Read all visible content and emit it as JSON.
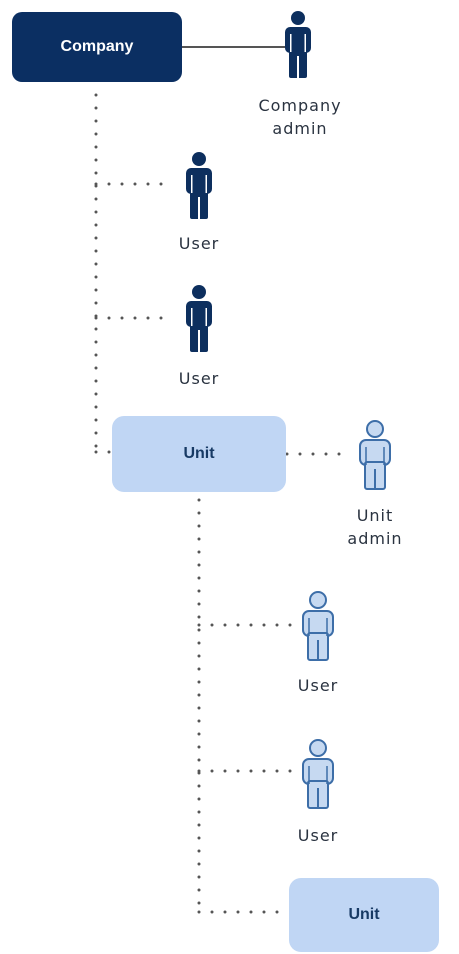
{
  "nodes": {
    "company": "Company",
    "unit": "Unit",
    "sub_unit": "Unit"
  },
  "people": {
    "company_admin": "Company\nadmin",
    "user_1": "User",
    "user_2": "User",
    "unit_admin": "Unit\nadmin",
    "unit_user_1": "User",
    "unit_user_2": "User"
  },
  "icons": {
    "company_level": "person-icon-solid",
    "unit_level": "person-icon-outline"
  },
  "colors": {
    "company_fill": "#0b2f62",
    "unit_fill": "#c0d6f4",
    "person_dark": "#0d2f5e",
    "person_light_fill": "#c6d9f1",
    "person_light_stroke": "#3d6ea8",
    "connector": "#555555"
  }
}
